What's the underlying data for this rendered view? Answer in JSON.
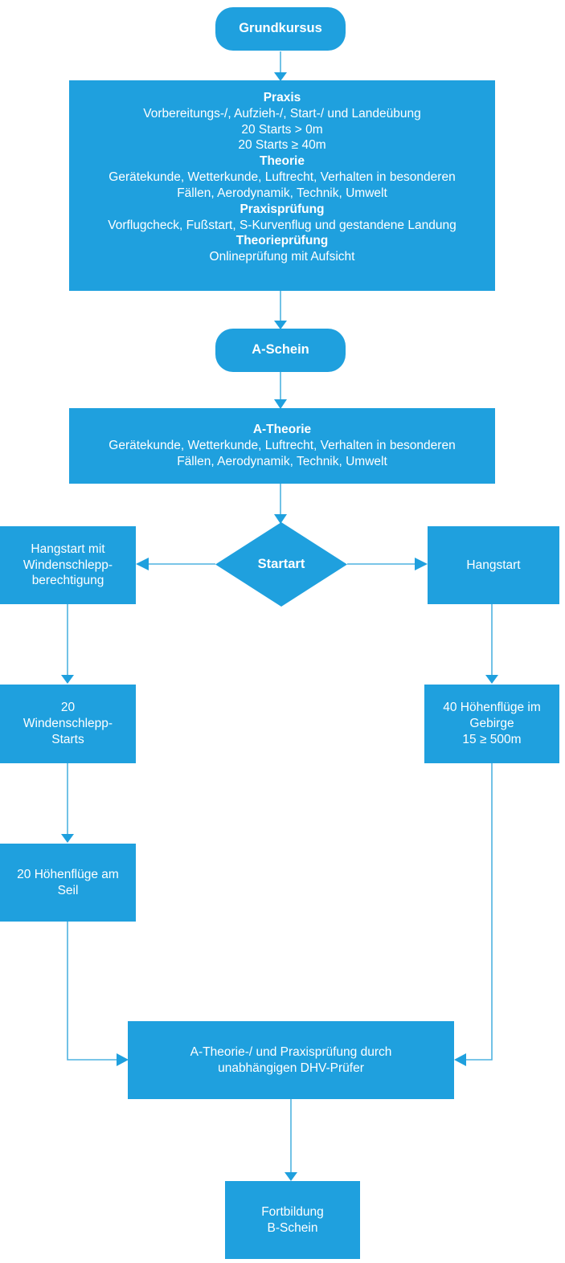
{
  "diagram": {
    "title_node": "Grundkursus",
    "accent_color": "#1FA0DE",
    "line_color": "#4FB2E0",
    "text_color": "#FFFFFF",
    "type": "flowchart",
    "nodes": {
      "grundkursus": {
        "label": "Grundkursus",
        "shape": "pill"
      },
      "kursinhalt": {
        "shape": "rect",
        "lines": [
          {
            "text": "Praxis",
            "bold": true
          },
          {
            "text": "Vorbereitungs-/, Aufzieh-/, Start-/ und Landeübung",
            "bold": false
          },
          {
            "text": "20 Starts > 0m",
            "bold": false
          },
          {
            "text": "20 Starts ≥ 40m",
            "bold": false
          },
          {
            "text": "Theorie",
            "bold": true
          },
          {
            "text": "Gerätekunde, Wetterkunde, Luftrecht, Verhalten in besonderen",
            "bold": false
          },
          {
            "text": "Fällen, Aerodynamik, Technik, Umwelt",
            "bold": false
          },
          {
            "text": "Praxisprüfung",
            "bold": true
          },
          {
            "text": "Vorflugcheck, Fußstart, S-Kurvenflug und gestandene Landung",
            "bold": false
          },
          {
            "text": "Theorieprüfung",
            "bold": true
          },
          {
            "text": "Onlineprüfung mit Aufsicht",
            "bold": false
          }
        ]
      },
      "a_schein": {
        "label": "A-Schein",
        "shape": "pill"
      },
      "a_theorie": {
        "shape": "rect",
        "lines": [
          {
            "text": "A-Theorie",
            "bold": true
          },
          {
            "text": "Gerätekunde, Wetterkunde, Luftrecht, Verhalten in besonderen",
            "bold": false
          },
          {
            "text": "Fällen, Aerodynamik, Technik, Umwelt",
            "bold": false
          }
        ]
      },
      "startart": {
        "label": "Startart",
        "shape": "diamond"
      },
      "hangstart_winde": {
        "shape": "rect",
        "lines": [
          {
            "text": "Hangstart mit",
            "bold": false
          },
          {
            "text": "Windenschlepp-",
            "bold": false
          },
          {
            "text": "berechtigung",
            "bold": false
          }
        ]
      },
      "hangstart": {
        "shape": "rect",
        "lines": [
          {
            "text": "Hangstart",
            "bold": false
          }
        ]
      },
      "winden_starts": {
        "shape": "rect",
        "lines": [
          {
            "text": "20",
            "bold": false
          },
          {
            "text": "Windenschlepp-",
            "bold": false
          },
          {
            "text": "Starts",
            "bold": false
          }
        ]
      },
      "hoehenfluege_gebirge": {
        "shape": "rect",
        "lines": [
          {
            "text": "40 Höhenflüge im",
            "bold": false
          },
          {
            "text": "Gebirge",
            "bold": false
          },
          {
            "text": "15 ≥ 500m",
            "bold": false
          }
        ]
      },
      "hoehenfluege_seil": {
        "shape": "rect",
        "lines": [
          {
            "text": "20 Höhenflüge am",
            "bold": false
          },
          {
            "text": "Seil",
            "bold": false
          }
        ]
      },
      "pruefung": {
        "shape": "rect",
        "lines": [
          {
            "text": "A-Theorie-/ und Praxisprüfung durch",
            "bold": false
          },
          {
            "text": "unabhängigen DHV-Prüfer",
            "bold": false
          }
        ]
      },
      "fortbildung": {
        "shape": "rect",
        "lines": [
          {
            "text": "Fortbildung",
            "bold": false
          },
          {
            "text": "B-Schein",
            "bold": false
          }
        ]
      }
    }
  }
}
